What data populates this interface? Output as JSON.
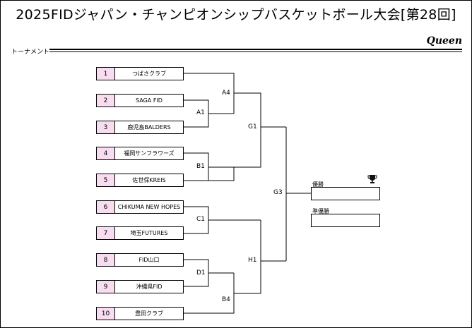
{
  "title": "2025FIDジャパン・チャンピオンシップバスケットボール大会[第28回]",
  "category": "Queen",
  "section_label": "トーナメント",
  "teams": [
    {
      "seed": "1",
      "name": "つばさクラブ"
    },
    {
      "seed": "2",
      "name": "SAGA FID"
    },
    {
      "seed": "3",
      "name": "鹿児島BALDERS"
    },
    {
      "seed": "4",
      "name": "福岡サンフラワーズ"
    },
    {
      "seed": "5",
      "name": "佐世保KREIS"
    },
    {
      "seed": "6",
      "name": "CHIKUMA NEW HOPES"
    },
    {
      "seed": "7",
      "name": "埼玉FUTURES"
    },
    {
      "seed": "8",
      "name": "FID山口"
    },
    {
      "seed": "9",
      "name": "沖縄県FID"
    },
    {
      "seed": "10",
      "name": "豊田クラブ"
    }
  ],
  "matches": {
    "A1": "A1",
    "A4": "A4",
    "B1": "B1",
    "G1": "G1",
    "C1": "C1",
    "D1": "D1",
    "B4": "B4",
    "H1": "H1",
    "G3": "G3"
  },
  "results": {
    "winner_label": "優勝",
    "runner_up_label": "準優勝"
  },
  "icons": {
    "trophy": "trophy-icon"
  }
}
